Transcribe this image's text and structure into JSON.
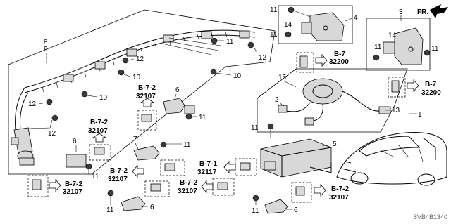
{
  "diagram_code": "SVB4B1340",
  "direction_label": "FR.",
  "callouts": {
    "c1": "1",
    "c2": "2",
    "c3": "3",
    "c4": "4",
    "c5": "5",
    "c6": "6",
    "c7": "7",
    "c8": "8",
    "c9": "9",
    "c10": "10",
    "c11": "11",
    "c12": "12",
    "c13": "13",
    "c14": "14",
    "c15": "15"
  },
  "refs": {
    "b7": "B-7",
    "b7_1": "B-7-1",
    "b7_2": "B-7-2",
    "n32200": "32200",
    "n32117": "32117",
    "n32107": "32107"
  },
  "colors": {
    "line": "#000000",
    "part_fill": "#d8d8d8",
    "background": "#ffffff"
  }
}
